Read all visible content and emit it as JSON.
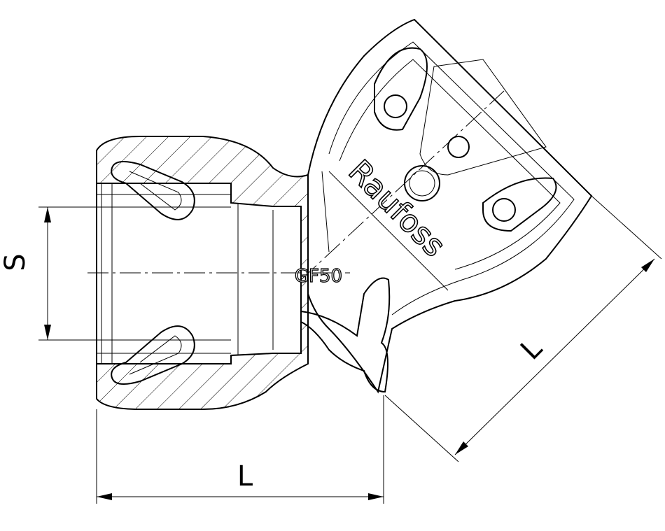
{
  "drawing": {
    "dimension_labels": {
      "socket": "S",
      "length_horizontal": "L",
      "length_diagonal": "L"
    },
    "brand_marking": "Raufoss",
    "part_marking": "GF50",
    "colors": {
      "line": "#000000",
      "background": "#ffffff"
    }
  }
}
